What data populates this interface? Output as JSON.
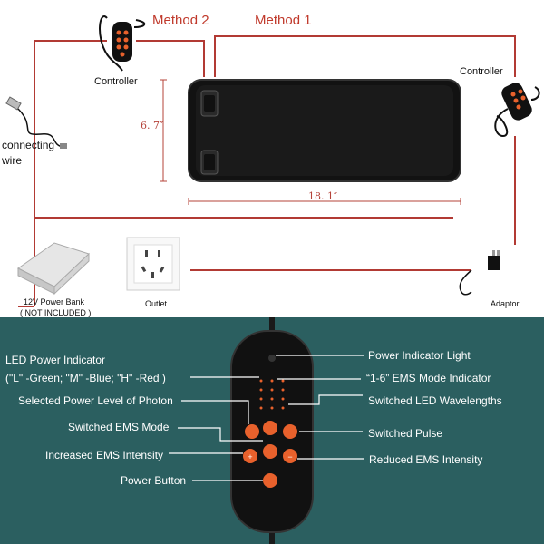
{
  "top": {
    "method2": "Method 2",
    "method1": "Method 1",
    "controller_left": "Controller",
    "controller_right": "Controller",
    "connecting": "connecting",
    "wire": "wire",
    "height_dim": "6. 7″",
    "width_dim": "18. 1″",
    "power_bank": "12V Power Bank",
    "not_included": "( NOT INCLUDED )",
    "outlet": "Outlet",
    "adaptor": "Adaptor"
  },
  "bottom": {
    "led_indicator": "LED Power Indicator",
    "led_legend": "(\"L\" -Green; \"M\" -Blue; \"H\" -Red )",
    "selected_power": "Selected Power Level of Photon",
    "switched_ems_mode": "Switched EMS Mode",
    "increased_ems": "Increased EMS Intensity",
    "power_button": "Power Button",
    "power_light": "Power Indicator Light",
    "ems_mode_indicator": "“1-6” EMS Mode Indicator",
    "switched_led": "Switched LED Wavelengths",
    "switched_pulse": "Switched Pulse",
    "reduced_ems": "Reduced EMS Intensity"
  },
  "colors": {
    "line_red": "#b23a34",
    "panel_teal": "#2b5f60",
    "button_orange": "#e8612c"
  },
  "icons": [
    "controller-icon",
    "usb-cable-icon",
    "power-bank-icon",
    "outlet-icon",
    "adaptor-icon",
    "heating-pad",
    "remote-control"
  ]
}
